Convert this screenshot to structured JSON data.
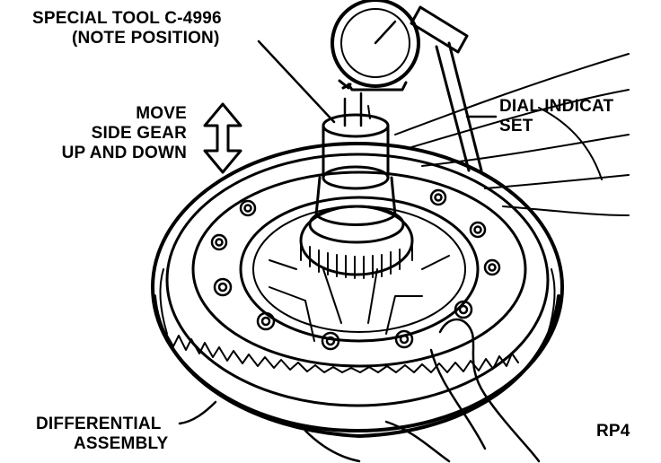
{
  "labels": {
    "special_tool": [
      "SPECIAL TOOL C-4996",
      "(NOTE POSITION)"
    ],
    "move_side_gear": [
      "MOVE",
      "SIDE GEAR",
      "UP AND DOWN"
    ],
    "dial_indicator": [
      "DIAL INDICAT",
      "SET"
    ],
    "differential_assembly": [
      "DIFFERENTIAL",
      "ASSEMBLY"
    ],
    "figure_code": "RP4"
  },
  "colors": {
    "ink": "#000000",
    "paper": "#ffffff"
  }
}
